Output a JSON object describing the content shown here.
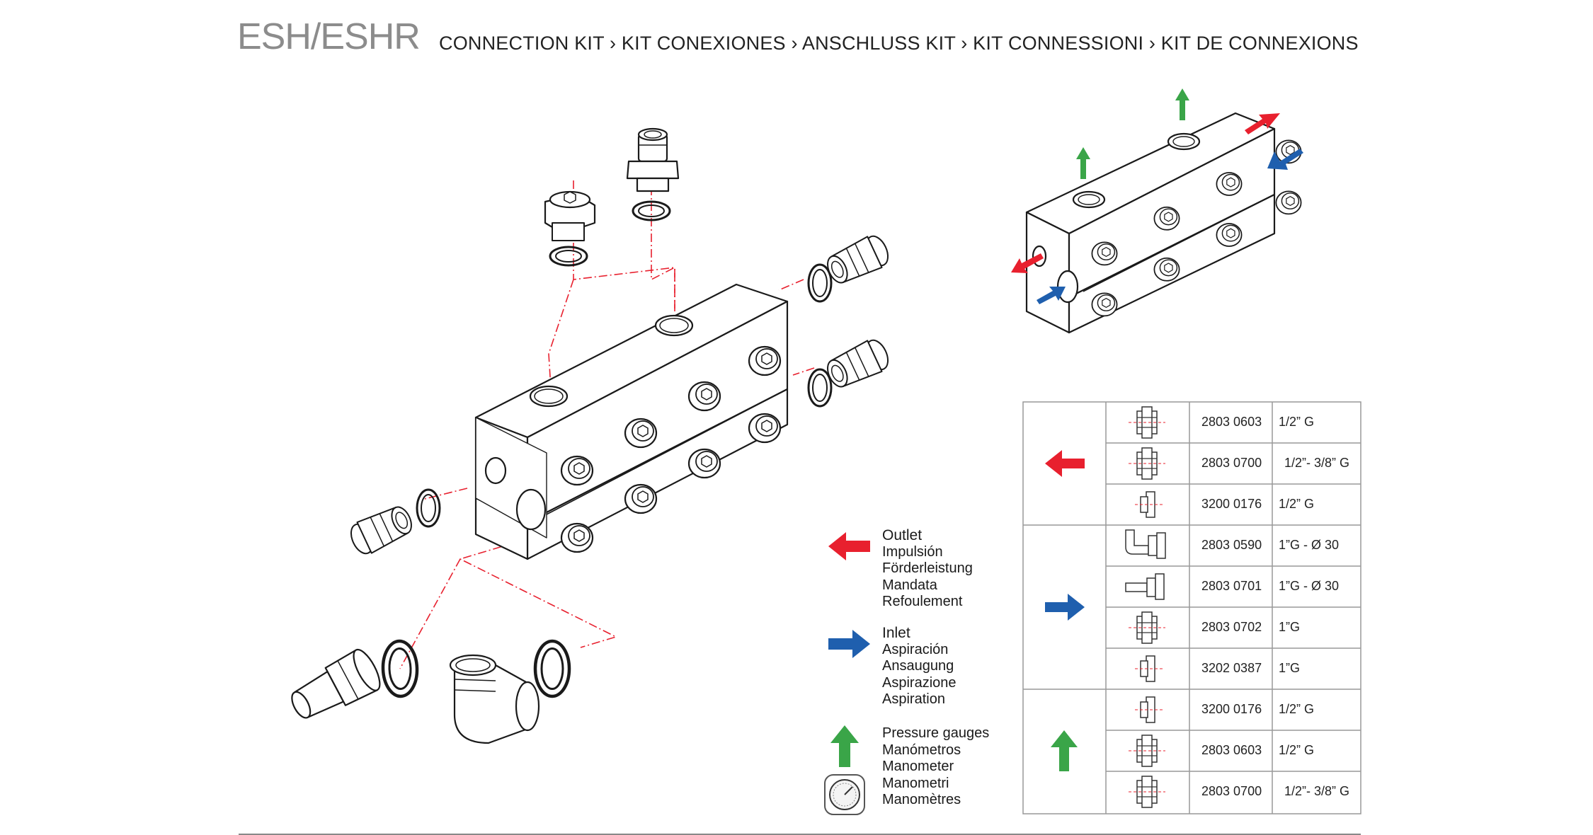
{
  "header": {
    "title": "ESH/ESHR",
    "subtitle": "CONNECTION KIT › KIT CONEXIONES › ANSCHLUSS KIT › KIT CONNESSIONI › KIT DE CONNEXIONS"
  },
  "colors": {
    "outlet": "#e8202e",
    "inlet": "#1f5fae",
    "gauge": "#3aa548",
    "leader_line": "#e8202e",
    "line_art": "#1a1a1a"
  },
  "legend": {
    "outlet": {
      "icon": "red-arrow-left-icon",
      "lines": [
        "Outlet",
        "Impulsión",
        "Förderleistung",
        "Mandata",
        "Refoulement"
      ]
    },
    "inlet": {
      "icon": "blue-arrow-right-icon",
      "lines": [
        "Inlet",
        "Aspiración",
        "Ansaugung",
        "Aspirazione",
        "Aspiration"
      ]
    },
    "gauges": {
      "icon": "green-arrow-up-icon",
      "extra_icon": "pressure-gauge-icon",
      "lines": [
        "Pressure gauges",
        "Manómetros",
        "Manometer",
        "Manometri",
        "Manomètres"
      ]
    }
  },
  "parts_table": {
    "groups": [
      {
        "icon": "red-arrow-left-icon",
        "rows": [
          {
            "icon": "straight-fitting-icon",
            "code": "2803 0603",
            "size": "1/2” G"
          },
          {
            "icon": "reducer-fitting-icon",
            "code": "2803 0700",
            "size": "1/2”- 3/8” G"
          },
          {
            "icon": "plug-fitting-icon",
            "code": "3200 0176",
            "size": "1/2” G"
          }
        ]
      },
      {
        "icon": "blue-arrow-right-icon",
        "rows": [
          {
            "icon": "elbow-fitting-icon",
            "code": "2803 0590",
            "size": "1”G - Ø 30"
          },
          {
            "icon": "hose-fitting-icon",
            "code": "2803 0701",
            "size": "1”G - Ø 30"
          },
          {
            "icon": "straight-fitting-icon",
            "code": "2803 0702",
            "size": "1”G"
          },
          {
            "icon": "plug-fitting-icon",
            "code": "3202 0387",
            "size": "1”G"
          }
        ]
      },
      {
        "icon": "green-arrow-up-icon",
        "rows": [
          {
            "icon": "plug-fitting-icon",
            "code": "3200 0176",
            "size": "1/2” G"
          },
          {
            "icon": "straight-fitting-icon",
            "code": "2803 0603",
            "size": "1/2” G"
          },
          {
            "icon": "reducer-fitting-icon",
            "code": "2803 0700",
            "size": "1/2”- 3/8” G"
          }
        ]
      }
    ]
  }
}
